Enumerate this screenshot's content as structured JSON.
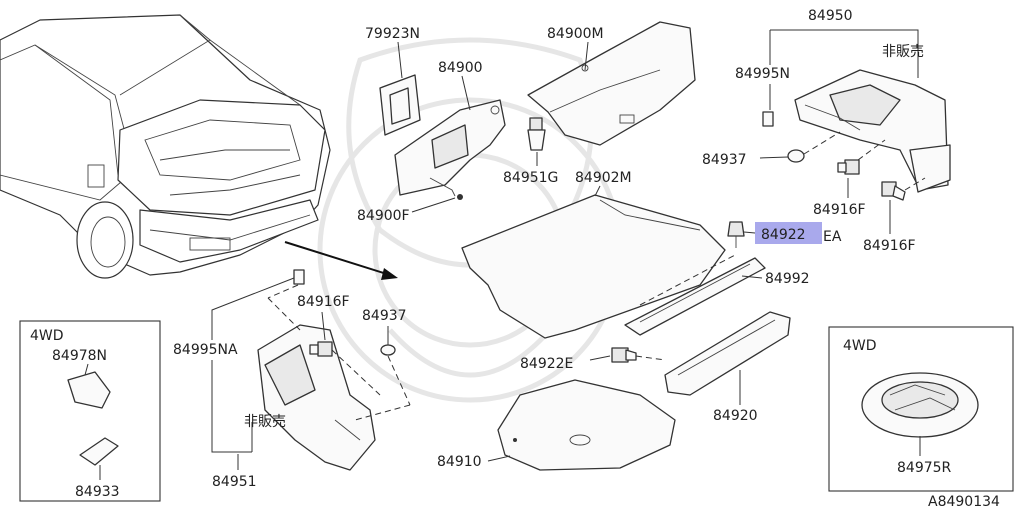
{
  "accent_color": "#a9a9ec",
  "labels": {
    "p79923N": "79923N",
    "p84900": "84900",
    "p84900M": "84900M",
    "p84950": "84950",
    "p84995N": "84995N",
    "hanbai_top": "非販売",
    "p84937_top": "84937",
    "p84916F_a": "84916F",
    "p84916F_b": "84916F",
    "p84951G": "84951G",
    "p84902M": "84902M",
    "p84900F": "84900F",
    "p84922_highlight": "84922",
    "p84922_suffix": "EA",
    "p84992": "84992",
    "p84916F_left": "84916F",
    "p84937_left": "84937",
    "p84995NA": "84995NA",
    "hanbai_left": "非販売",
    "p84951": "84951",
    "p84922E": "84922E",
    "p84920": "84920",
    "p84910": "84910",
    "box_left_title": "4WD",
    "p84978N": "84978N",
    "p84933": "84933",
    "box_right_title": "4WD",
    "p84975R": "84975R",
    "diagram_id": "A8490134"
  }
}
